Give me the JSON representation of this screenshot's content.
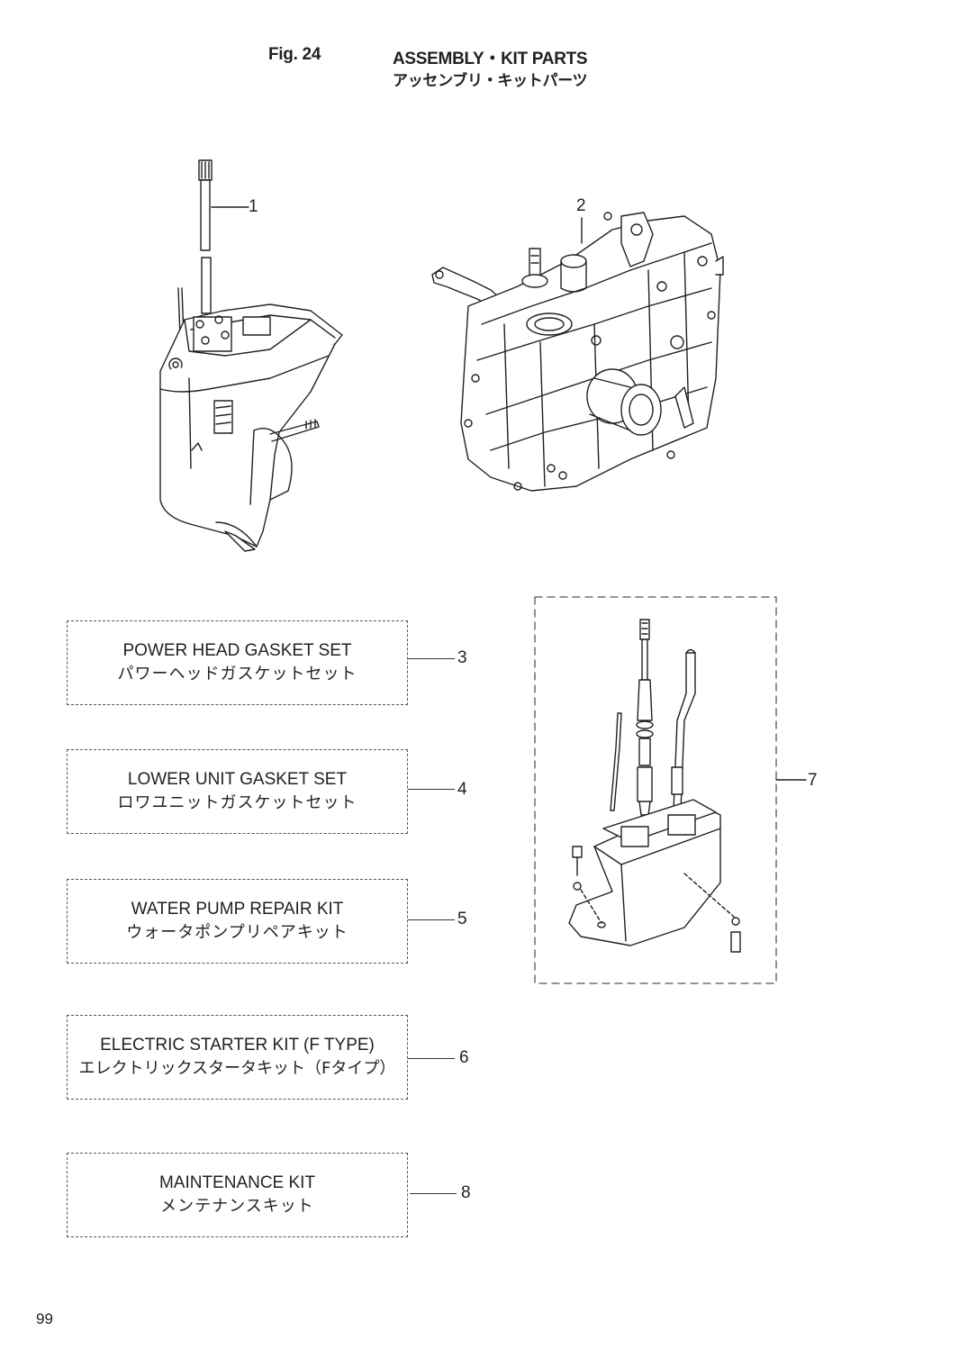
{
  "header": {
    "fig_label": "Fig. 24",
    "title_en": "ASSEMBLY・KIT PARTS",
    "title_jp": "アッセンブリ・キットパーツ"
  },
  "callouts": {
    "drive_shaft_assembly": "1",
    "power_head": "2",
    "gear_case_assembly": "7"
  },
  "kits": [
    {
      "number": "3",
      "name_en": "POWER HEAD GASKET SET",
      "name_jp": "パワーヘッドガスケットセット"
    },
    {
      "number": "4",
      "name_en": "LOWER UNIT GASKET SET",
      "name_jp": "ロワユニットガスケットセット"
    },
    {
      "number": "5",
      "name_en": "WATER PUMP REPAIR KIT",
      "name_jp": "ウォータポンプリペアキット"
    },
    {
      "number": "6",
      "name_en": "ELECTRIC STARTER KIT (F TYPE)",
      "name_jp": "エレクトリックスタータキット（Fタイプ）"
    },
    {
      "number": "8",
      "name_en": "MAINTENANCE KIT",
      "name_jp": "メンテナンスキット"
    }
  ],
  "page_number": "99"
}
